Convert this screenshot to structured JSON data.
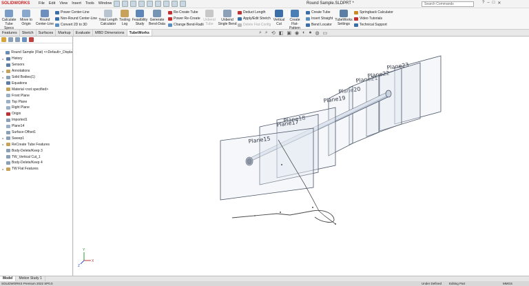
{
  "app": {
    "logo": "SOLIDWORKS",
    "doc_title": "Round Sample.SLDPRT *",
    "search_placeholder": "Search Commands"
  },
  "menus": [
    "File",
    "Edit",
    "View",
    "Insert",
    "Tools",
    "Window"
  ],
  "window_controls": [
    "?",
    "–",
    "□",
    "✕"
  ],
  "ribbon": {
    "large": [
      {
        "label1": "Calculate",
        "label2": "Tube Specs",
        "color": "#7a9cc6"
      },
      {
        "label1": "Move to",
        "label2": "Origin",
        "color": "#8aa8cc"
      },
      {
        "label1": "Round",
        "label2": "Center-Line",
        "color": "#6c8fbf"
      },
      {
        "label1": "Total Length",
        "label2": "Calculator",
        "color": "#b8c4d0"
      },
      {
        "label1": "Tooling",
        "label2": "Log",
        "color": "#c9a25a"
      },
      {
        "label1": "Feasibility",
        "label2": "Study",
        "color": "#5f86b8"
      },
      {
        "label1": "Generate",
        "label2": "Bend-Data",
        "color": "#7894b4"
      },
      {
        "label1": "Unbend",
        "label2": "Tube",
        "color": "#c8c8c8"
      },
      {
        "label1": "Unbend",
        "label2": "Single Bend",
        "color": "#8ca0b8"
      },
      {
        "label1": "Vertical",
        "label2": "Cut",
        "color": "#3b6fa8"
      },
      {
        "label1": "Create",
        "label2": "Flat-Pattern",
        "color": "#4a7fb5"
      },
      {
        "label1": "TubeWorks",
        "label2": "Settings",
        "color": "#5a7ea6"
      }
    ],
    "small": [
      {
        "label": "Power Center-Line",
        "color": "#3b6fa8"
      },
      {
        "label": "Non-Round Center-Line",
        "color": "#3b6fa8"
      },
      {
        "label": "Convert 2D to 3D",
        "color": "#5a8ec0"
      },
      {
        "label": "Re-Create Tube",
        "color": "#c03030"
      },
      {
        "label": "Power Re-Create",
        "color": "#c03030"
      },
      {
        "label": "Change Bend-Radii",
        "color": "#5a8ec0"
      },
      {
        "label": "Deduct Length",
        "color": "#c03030"
      },
      {
        "label": "Apply/Edit Stretch",
        "color": "#3b6fa8"
      },
      {
        "label": "Delete Flat-Config",
        "color": "#bbbbbb"
      },
      {
        "label": "Create Tube",
        "color": "#3b6fa8"
      },
      {
        "label": "Insert Straight",
        "color": "#5a8ec0"
      },
      {
        "label": "Bend Locator",
        "color": "#3b6fa8"
      },
      {
        "label": "Springback Calculator",
        "color": "#c98a2a"
      },
      {
        "label": "Video Tutorials",
        "color": "#c03030"
      },
      {
        "label": "Technical Support",
        "color": "#3b6fa8"
      }
    ]
  },
  "tabs": [
    "Features",
    "Sketch",
    "Surfaces",
    "Markup",
    "Evaluate",
    "MBD Dimensions",
    "TubeWorks"
  ],
  "active_tab": "TubeWorks",
  "tree": [
    {
      "label": "Round Sample (Flat) <<Default>_Displa",
      "arrow": "",
      "color": "#6b8db5"
    },
    {
      "label": "History",
      "arrow": "▸",
      "color": "#5a7ea6"
    },
    {
      "label": "Sensors",
      "arrow": "",
      "color": "#5a7ea6"
    },
    {
      "label": "Annotations",
      "arrow": "▸",
      "color": "#c9a25a"
    },
    {
      "label": "Solid Bodies(1)",
      "arrow": "▸",
      "color": "#8aa0b8"
    },
    {
      "label": "Equations",
      "arrow": "",
      "color": "#5a7ea6"
    },
    {
      "label": "Material <not specified>",
      "arrow": "",
      "color": "#c9a25a"
    },
    {
      "label": "Front Plane",
      "arrow": "",
      "color": "#9ab0c8"
    },
    {
      "label": "Top Plane",
      "arrow": "",
      "color": "#9ab0c8"
    },
    {
      "label": "Right Plane",
      "arrow": "",
      "color": "#9ab0c8"
    },
    {
      "label": "Origin",
      "arrow": "",
      "color": "#c03030"
    },
    {
      "label": "Imported1",
      "arrow": "",
      "color": "#8aa0b8"
    },
    {
      "label": "Plane14",
      "arrow": "",
      "color": "#9ab0c8"
    },
    {
      "label": "Surface-Offset1",
      "arrow": "",
      "color": "#8aa0b8"
    },
    {
      "label": "Sweep1",
      "arrow": "▸",
      "color": "#8aa0b8"
    },
    {
      "label": "ReCreate Tube Features",
      "arrow": "▸",
      "color": "#c9a25a"
    },
    {
      "label": "Body-Delete/Keep 3",
      "arrow": "",
      "color": "#8aa0b8"
    },
    {
      "label": "TW_Vertical Cut_1",
      "arrow": "",
      "color": "#8aa0b8"
    },
    {
      "label": "Body-Delete/Keep 4",
      "arrow": "",
      "color": "#8aa0b8"
    },
    {
      "label": "TW Flat Features",
      "arrow": "▸",
      "color": "#c9a25a"
    }
  ],
  "planes": [
    {
      "label": "Plane23"
    },
    {
      "label": "Plane22"
    },
    {
      "label": "Plane21"
    },
    {
      "label": "Plane20"
    },
    {
      "label": "Plane19"
    },
    {
      "label": "Plane18"
    },
    {
      "label": "Plane17"
    },
    {
      "label": "Plane15"
    }
  ],
  "triad": {
    "x": "X",
    "y": "Y",
    "z": "Z"
  },
  "bottom_tabs": [
    "Model",
    "Motion Study 1"
  ],
  "status": {
    "left": "SOLIDWORKS Premium 2022 SP0.0",
    "mid": "Under Defined",
    "mode": "Editing Part",
    "units": "MMGS"
  }
}
